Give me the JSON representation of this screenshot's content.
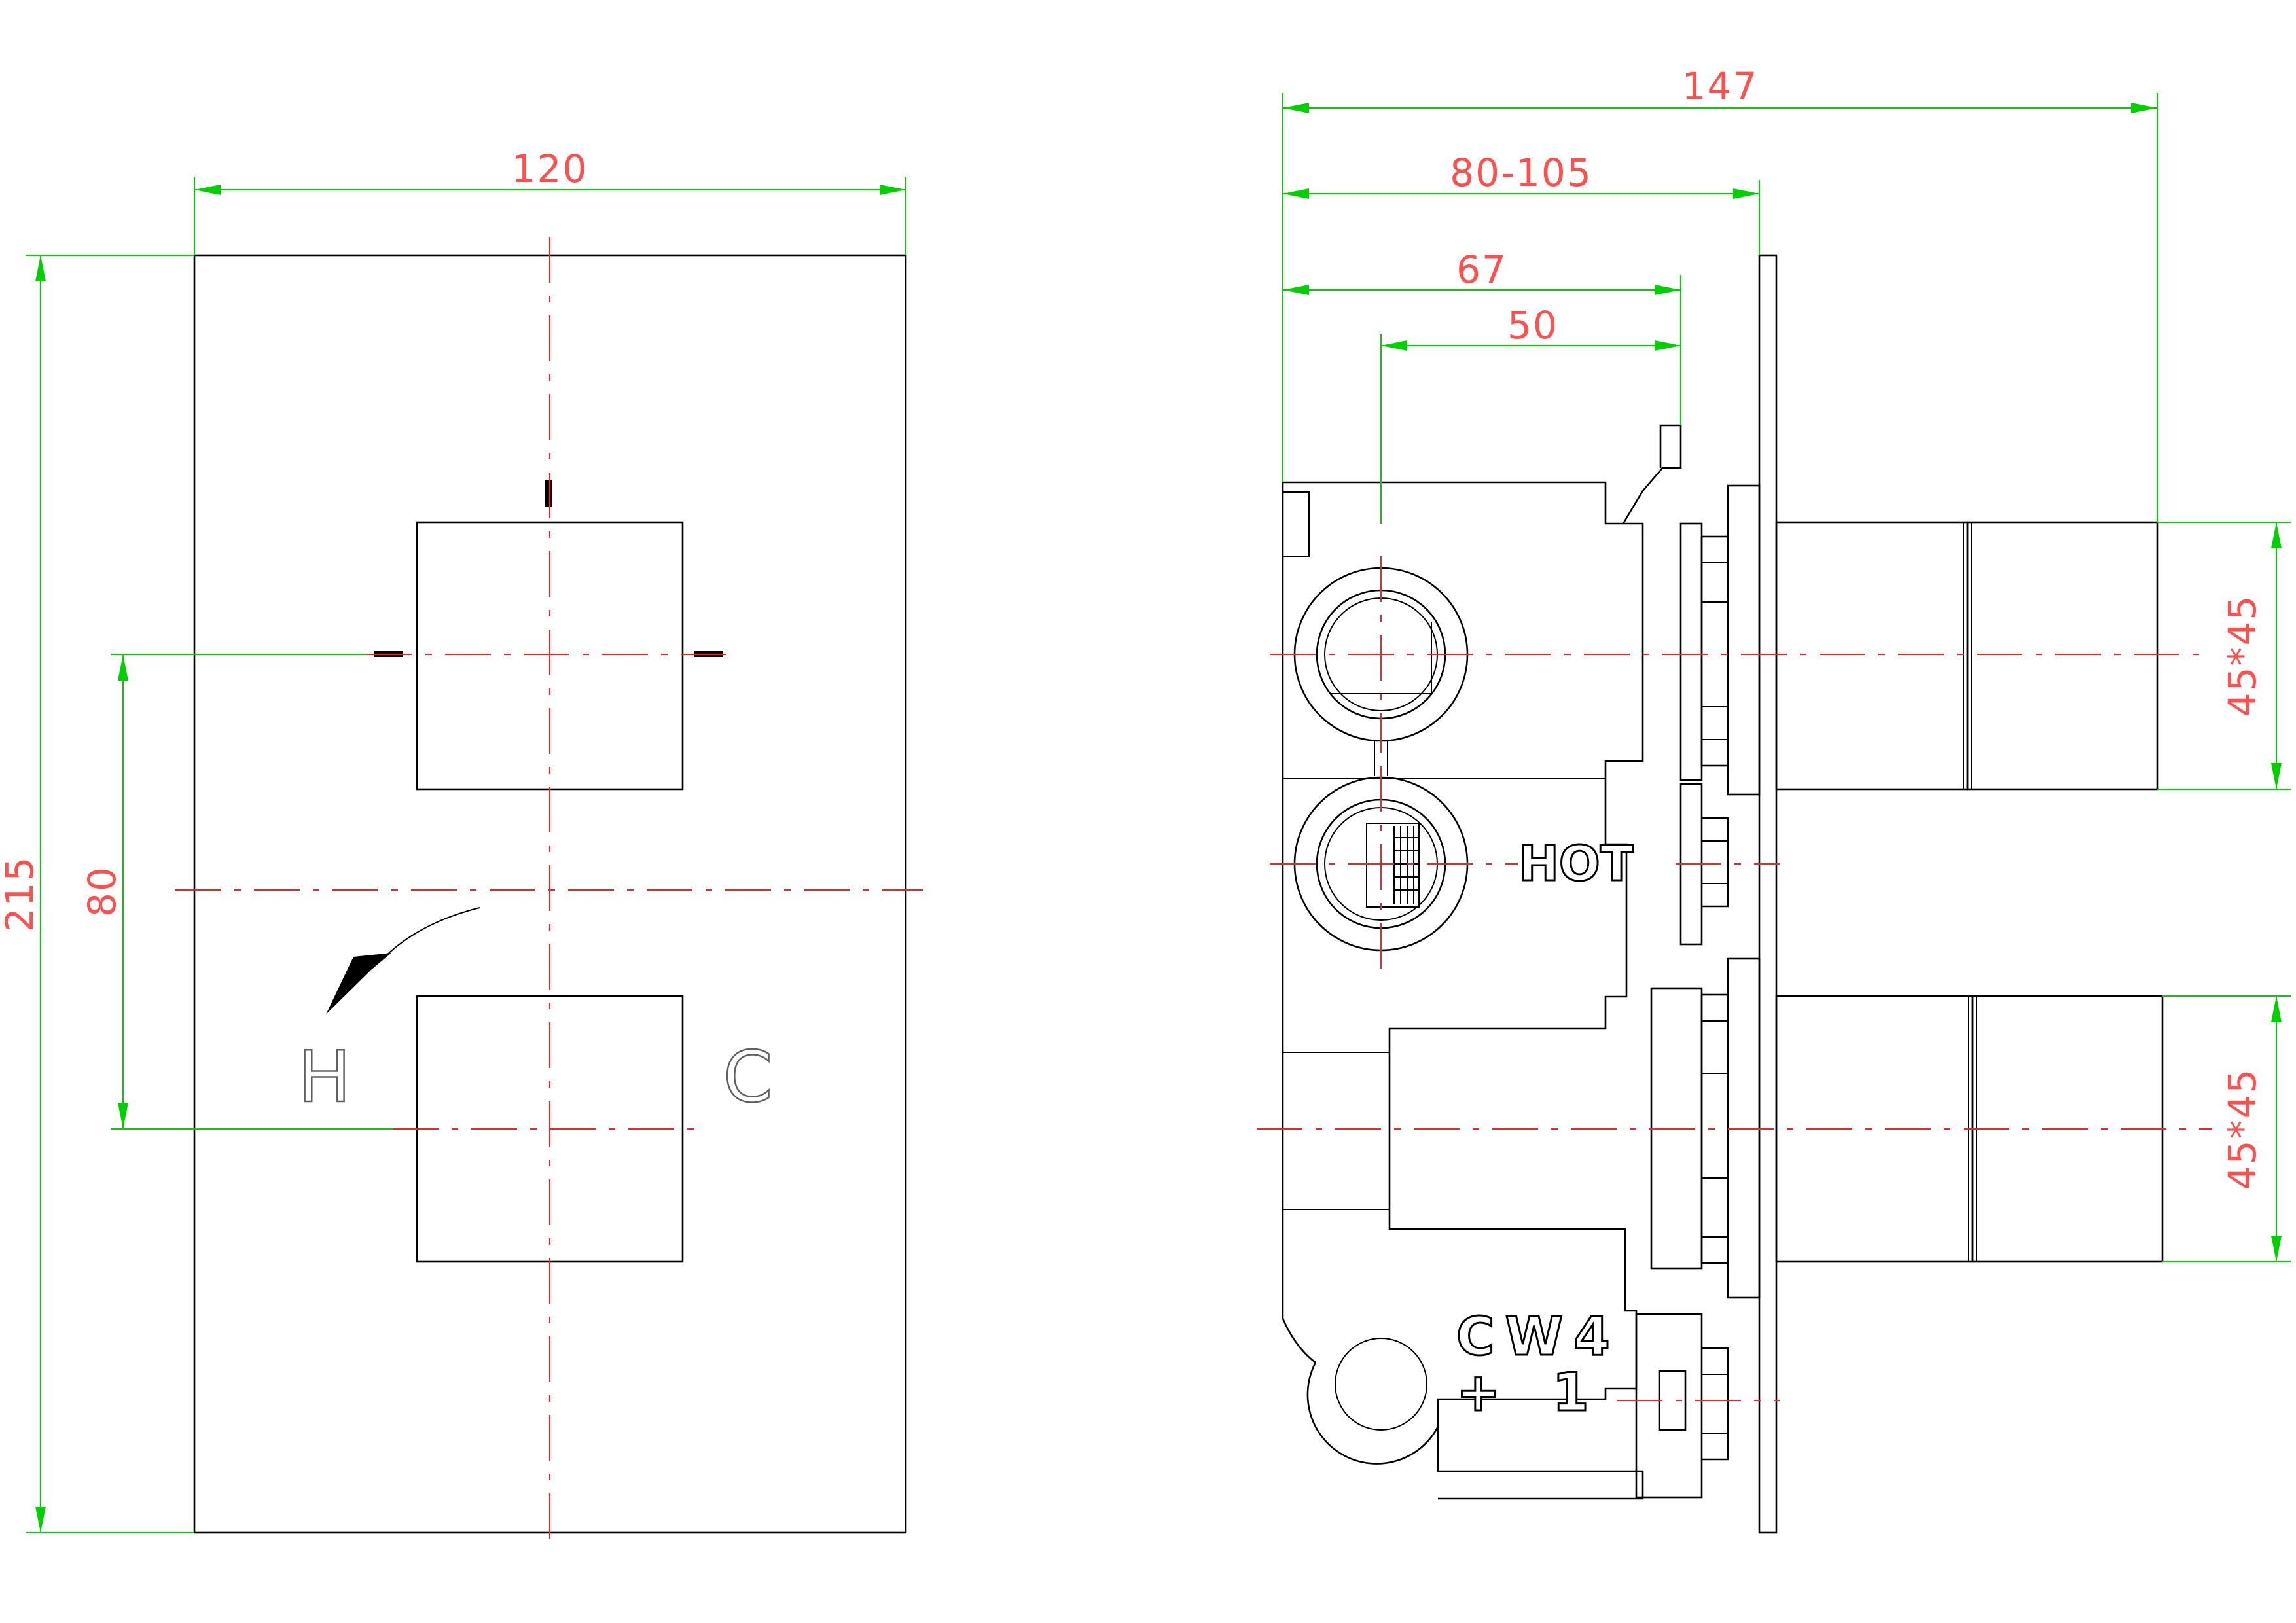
{
  "front_view": {
    "dims": {
      "width": "120",
      "height": "215",
      "spacing": "80"
    },
    "hot_letter": "H",
    "cold_letter": "C"
  },
  "side_view": {
    "dims": {
      "overall_depth": "147",
      "adjustable_depth": "80-105",
      "depth_67": "67",
      "depth_50": "50",
      "upper_handle": "45*45",
      "lower_handle": "45*45"
    },
    "labels": {
      "hot": "HOT",
      "model_line1": "CW4",
      "model_line2": "+ 1"
    }
  },
  "colors": {
    "outline": "#000000",
    "center_line": "#ff2020",
    "dimension_line": "#00d000",
    "dimension_text": "#ff5050"
  }
}
